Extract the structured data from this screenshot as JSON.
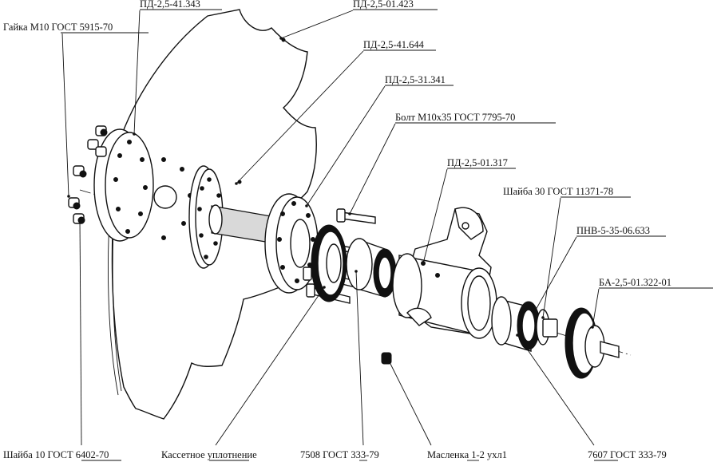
{
  "labels": [
    {
      "id": "disc",
      "text": "ПД-2,5-01.423"
    },
    {
      "id": "flange",
      "text": "ПД-2,5-41.343"
    },
    {
      "id": "nut",
      "text": "Гайка М10 ГОСТ 5915-70"
    },
    {
      "id": "axle_flange",
      "text": "ПД-2,5-41.644"
    },
    {
      "id": "hub_flange",
      "text": "ПД-2,5-31.341"
    },
    {
      "id": "bolt",
      "text": "Болт М10х35 ГОСТ 7795-70"
    },
    {
      "id": "housing",
      "text": "ПД-2,5-01.317"
    },
    {
      "id": "washer30",
      "text": "Шайба 30 ГОСТ 11371-78"
    },
    {
      "id": "nut_pnv",
      "text": "ПНВ-5-35-06.633"
    },
    {
      "id": "cap",
      "text": "БА-2,5-01.322-01"
    },
    {
      "id": "washer10",
      "text": "Шайба 10 ГОСТ 6402-70"
    },
    {
      "id": "seal",
      "text": "Кассетное уплотнение"
    },
    {
      "id": "bearing7508",
      "text": "7508 ГОСТ 333-79"
    },
    {
      "id": "grease",
      "text": "Масленка 1-2 ухл1"
    },
    {
      "id": "bearing7607",
      "text": "7607 ГОСТ 333-79"
    }
  ]
}
